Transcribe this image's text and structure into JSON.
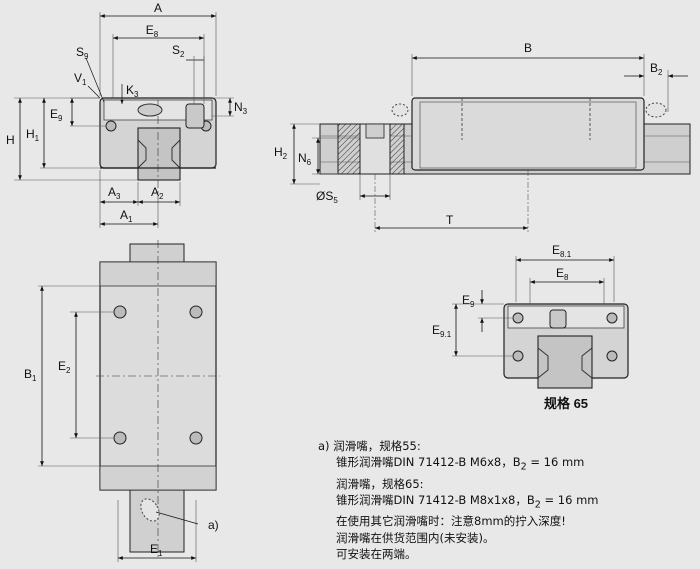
{
  "dimensions": {
    "A": "A",
    "E8": "E",
    "E8_sub": "8",
    "S9": "S",
    "S9_sub": "9",
    "S2": "S",
    "S2_sub": "2",
    "V1": "V",
    "V1_sub": "1",
    "K3": "K",
    "K3_sub": "3",
    "N3": "N",
    "N3_sub": "3",
    "E9": "E",
    "E9_sub": "9",
    "H": "H",
    "H1": "H",
    "H1_sub": "1",
    "A3": "A",
    "A3_sub": "3",
    "A2": "A",
    "A2_sub": "2",
    "A1": "A",
    "A1_sub": "1",
    "B": "B",
    "B2": "B",
    "B2_sub": "2",
    "H2": "H",
    "H2_sub": "2",
    "N6": "N",
    "N6_sub": "6",
    "S5": "ØS",
    "S5_sub": "5",
    "T": "T",
    "B1": "B",
    "B1_sub": "1",
    "E2": "E",
    "E2_sub": "2",
    "E1": "E",
    "E1_sub": "1",
    "a": "a)",
    "E81": "E",
    "E81_sub": "8.1",
    "E8b": "E",
    "E8b_sub": "8",
    "E9b": "E",
    "E9b_sub": "9",
    "E91": "E",
    "E91_sub": "9.1"
  },
  "size65_caption": "规格 65",
  "note": {
    "line1": "a)  润滑嘴，规格55:",
    "line2": "锥形润滑嘴DIN 71412-B M6x8，B",
    "line2_sub": "2",
    "line2_end": " = 16 mm",
    "line3": "润滑嘴，规格65:",
    "line4": "锥形润滑嘴DIN 71412-B M8x1x8，B",
    "line4_sub": "2",
    "line4_end": " = 16 mm",
    "line5": "在使用其它润滑嘴时：注意8mm的拧入深度!",
    "line6": "润滑嘴在供货范围内(未安装)。",
    "line7": "可安装在两端。"
  }
}
